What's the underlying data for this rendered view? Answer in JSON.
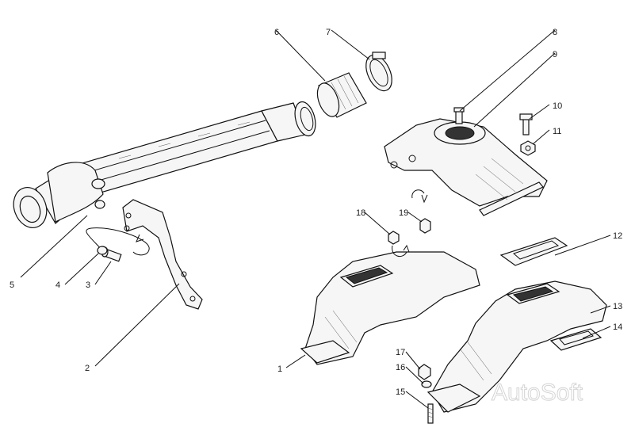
{
  "callouts": [
    {
      "id": "1",
      "text": "1"
    },
    {
      "id": "2",
      "text": "2"
    },
    {
      "id": "3",
      "text": "3"
    },
    {
      "id": "4",
      "text": "4"
    },
    {
      "id": "5",
      "text": "5"
    },
    {
      "id": "6",
      "text": "6"
    },
    {
      "id": "7",
      "text": "7"
    },
    {
      "id": "8",
      "text": "8"
    },
    {
      "id": "9",
      "text": "9"
    },
    {
      "id": "10",
      "text": "10"
    },
    {
      "id": "11",
      "text": "11"
    },
    {
      "id": "12",
      "text": "12"
    },
    {
      "id": "13",
      "text": "13"
    },
    {
      "id": "14",
      "text": "14"
    },
    {
      "id": "15",
      "text": "15"
    },
    {
      "id": "16",
      "text": "16"
    },
    {
      "id": "17",
      "text": "17"
    },
    {
      "id": "18",
      "text": "18"
    },
    {
      "id": "19",
      "text": "19"
    }
  ],
  "watermark": "AutoSoft"
}
